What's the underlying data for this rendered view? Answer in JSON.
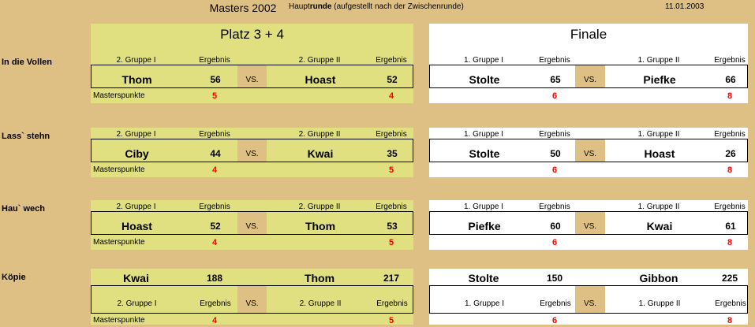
{
  "header": {
    "title": "Masters 2002",
    "subtitle_prefix": "Haupt",
    "subtitle_bold": "runde",
    "subtitle_rest": " (aufgestellt nach der Zwischenrunde)",
    "date": "11.01.2003"
  },
  "panels": {
    "left_title": "Platz 3 + 4",
    "right_title": "Finale"
  },
  "labels": {
    "left_group1": "2. Gruppe I",
    "left_group2": "2. Gruppe II",
    "right_group1": "1. Gruppe I",
    "right_group2": "1. Gruppe II",
    "result": "Ergebnis",
    "vs": "VS.",
    "masterspunkte": "Masterspunkte"
  },
  "colors": {
    "background": "#DFC084",
    "left_panel": "#E0E080",
    "right_panel": "#FFFFFF",
    "points": "#FF0000"
  },
  "rounds": [
    {
      "name": "In die Vollen",
      "left": {
        "p1": "Thom",
        "s1": "56",
        "p2": "Hoast",
        "s2": "52",
        "m1": "5",
        "m2": "4"
      },
      "right": {
        "p1": "Stolte",
        "s1": "65",
        "p2": "Piefke",
        "s2": "66",
        "m1": "6",
        "m2": "8"
      }
    },
    {
      "name": "Lass` stehn",
      "left": {
        "p1": "Ciby",
        "s1": "44",
        "p2": "Kwai",
        "s2": "35",
        "m1": "4",
        "m2": "5"
      },
      "right": {
        "p1": "Stolte",
        "s1": "50",
        "p2": "Hoast",
        "s2": "26",
        "m1": "6",
        "m2": "8"
      }
    },
    {
      "name": "Hau` wech",
      "left": {
        "p1": "Hoast",
        "s1": "52",
        "p2": "Thom",
        "s2": "53",
        "m1": "4",
        "m2": "5"
      },
      "right": {
        "p1": "Piefke",
        "s1": "60",
        "p2": "Kwai",
        "s2": "61",
        "m1": "6",
        "m2": "8"
      }
    },
    {
      "name": "Köpie",
      "left": {
        "p1": "Kwai",
        "s1": "188",
        "p2": "Thom",
        "s2": "217",
        "m1": "4",
        "m2": "5"
      },
      "right": {
        "p1": "Stolte",
        "s1": "150",
        "p2": "Gibbon",
        "s2": "225",
        "m1": "6",
        "m2": "8"
      }
    }
  ]
}
